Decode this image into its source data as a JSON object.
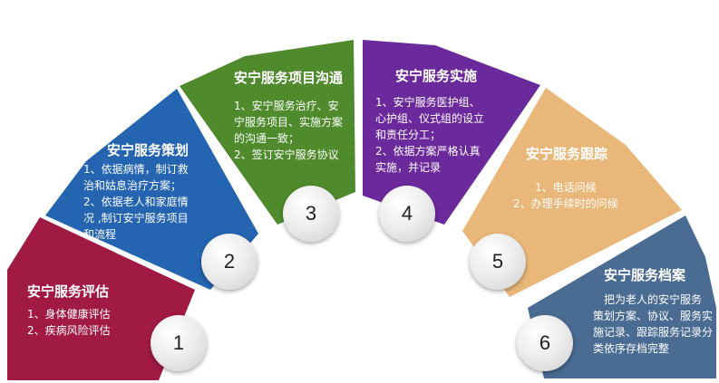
{
  "colors": {
    "segment1": "#a01a43",
    "segment2": "#2464b0",
    "segment3": "#4f8a2d",
    "segment4": "#6b2a9c",
    "segment5": "#e9b779",
    "segment6": "#4a6b92"
  },
  "segments": [
    {
      "number": "1",
      "title": "安宁服务评估",
      "lines": [
        "1、身体健康评估",
        "2、疾病风险评估"
      ]
    },
    {
      "number": "2",
      "title": "安宁服务策划",
      "lines": [
        "1、依据病情，制订救",
        "治和姑息治疗方案；",
        "2、依据老人和家庭情",
        "况 ,制订安宁服务项目",
        "和流程"
      ]
    },
    {
      "number": "3",
      "title": "安宁服务项目沟通",
      "lines": [
        "1、安宁服务治疗、安",
        "宁服务项目、实施方案",
        "的沟通一致；",
        "2、签订安宁服务协议"
      ]
    },
    {
      "number": "4",
      "title": "安宁服务实施",
      "lines": [
        "1、安宁服务医护组、",
        "心护组、仪式组的设立",
        "和责任分工；",
        "2、依据方案严格认真",
        "实施，并记录"
      ]
    },
    {
      "number": "5",
      "title": "安宁服务跟踪",
      "lines": [
        "1、电话问候",
        "2、办理手续时的问候"
      ]
    },
    {
      "number": "6",
      "title": "安宁服务档案",
      "lines": [
        "把为老人的安宁服务",
        "策划方案、协议、服务实",
        "施记录、跟踪服务记录分",
        "类依序存档完整"
      ]
    }
  ]
}
